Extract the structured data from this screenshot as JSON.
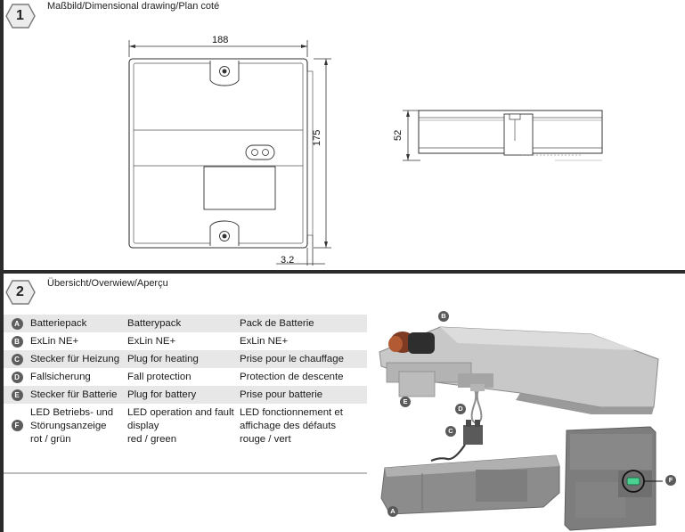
{
  "section1": {
    "number": "1",
    "title": "Maßbild/Dimensional drawing/Plan coté"
  },
  "dimensions": {
    "width": "188",
    "height": "175",
    "depth": "52",
    "offset": "3.2"
  },
  "section2": {
    "number": "2",
    "title": "Übersicht/Overwiew/Aperçu"
  },
  "legend": [
    {
      "letter": "A",
      "de": "Batteriepack",
      "en": "Batterypack",
      "fr": "Pack de Batterie"
    },
    {
      "letter": "B",
      "de": "ExLin NE+",
      "en": "ExLin NE+",
      "fr": "ExLin NE+"
    },
    {
      "letter": "C",
      "de": "Stecker für Heizung",
      "en": "Plug for heating",
      "fr": "Prise pour le chauffage"
    },
    {
      "letter": "D",
      "de": "Fallsicherung",
      "en": "Fall protection",
      "fr": "Protection de descente"
    },
    {
      "letter": "E",
      "de": "Stecker für Batterie",
      "en": "Plug for battery",
      "fr": "Prise pour batterie"
    },
    {
      "letter": "F",
      "de": "LED Betriebs- und\nStörungsanzeige\nrot / grün",
      "en": "LED operation and fault\ndisplay\nred / green",
      "fr": "LED fonctionnement et\naffichage des défauts\nrouge / vert"
    }
  ],
  "callouts": {
    "a": "A",
    "b": "B",
    "c": "C",
    "d": "D",
    "e": "E",
    "f": "F"
  },
  "colors": {
    "rule": "#2b2b2b",
    "shade": "#e7e7e7",
    "badge": "#5d5d5d"
  }
}
